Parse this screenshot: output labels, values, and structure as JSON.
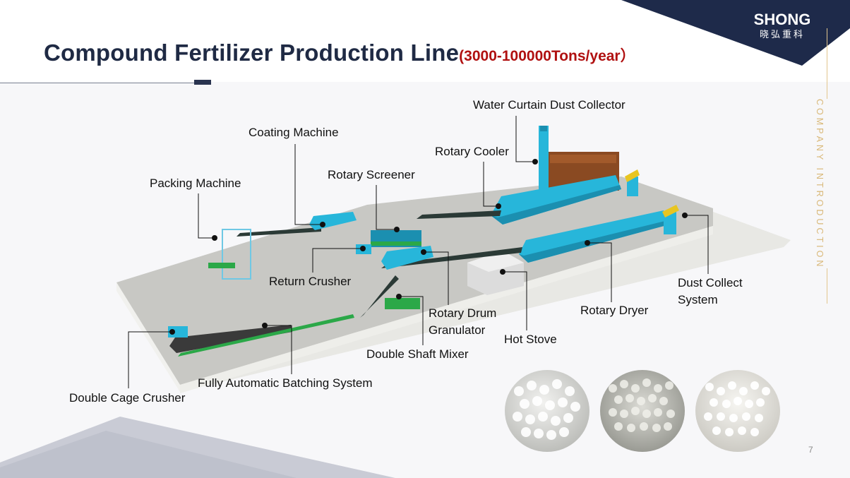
{
  "title": "Compound Fertilizer Production Line",
  "title_capacity": "(3000-100000Tons/year）",
  "logo": {
    "brand": "SHONG",
    "chinese": "晓弘重科"
  },
  "side_text": "COMPANY INTRODUCTION",
  "page_number": "7",
  "labels": {
    "water_curtain": "Water Curtain Dust Collector",
    "coating": "Coating Machine",
    "rotary_cooler": "Rotary Cooler",
    "rotary_screener": "Rotary Screener",
    "packing": "Packing Machine",
    "return_crusher": "Return Crusher",
    "dust_collect_1": "Dust Collect",
    "dust_collect_2": "System",
    "rotary_dryer": "Rotary Dryer",
    "drum_granulator_1": "Rotary Drum",
    "drum_granulator_2": "Granulator",
    "hot_stove": "Hot Stove",
    "double_shaft_mixer": "Double Shaft Mixer",
    "batching": "Fully Automatic Batching System",
    "double_cage": "Double Cage Crusher"
  },
  "colors": {
    "title": "#1f2a44",
    "capacity": "#b01010",
    "navy": "#1e2a4a",
    "gold": "#d9b878",
    "machine": "#27b6da",
    "platform": "#cfcfcc"
  }
}
